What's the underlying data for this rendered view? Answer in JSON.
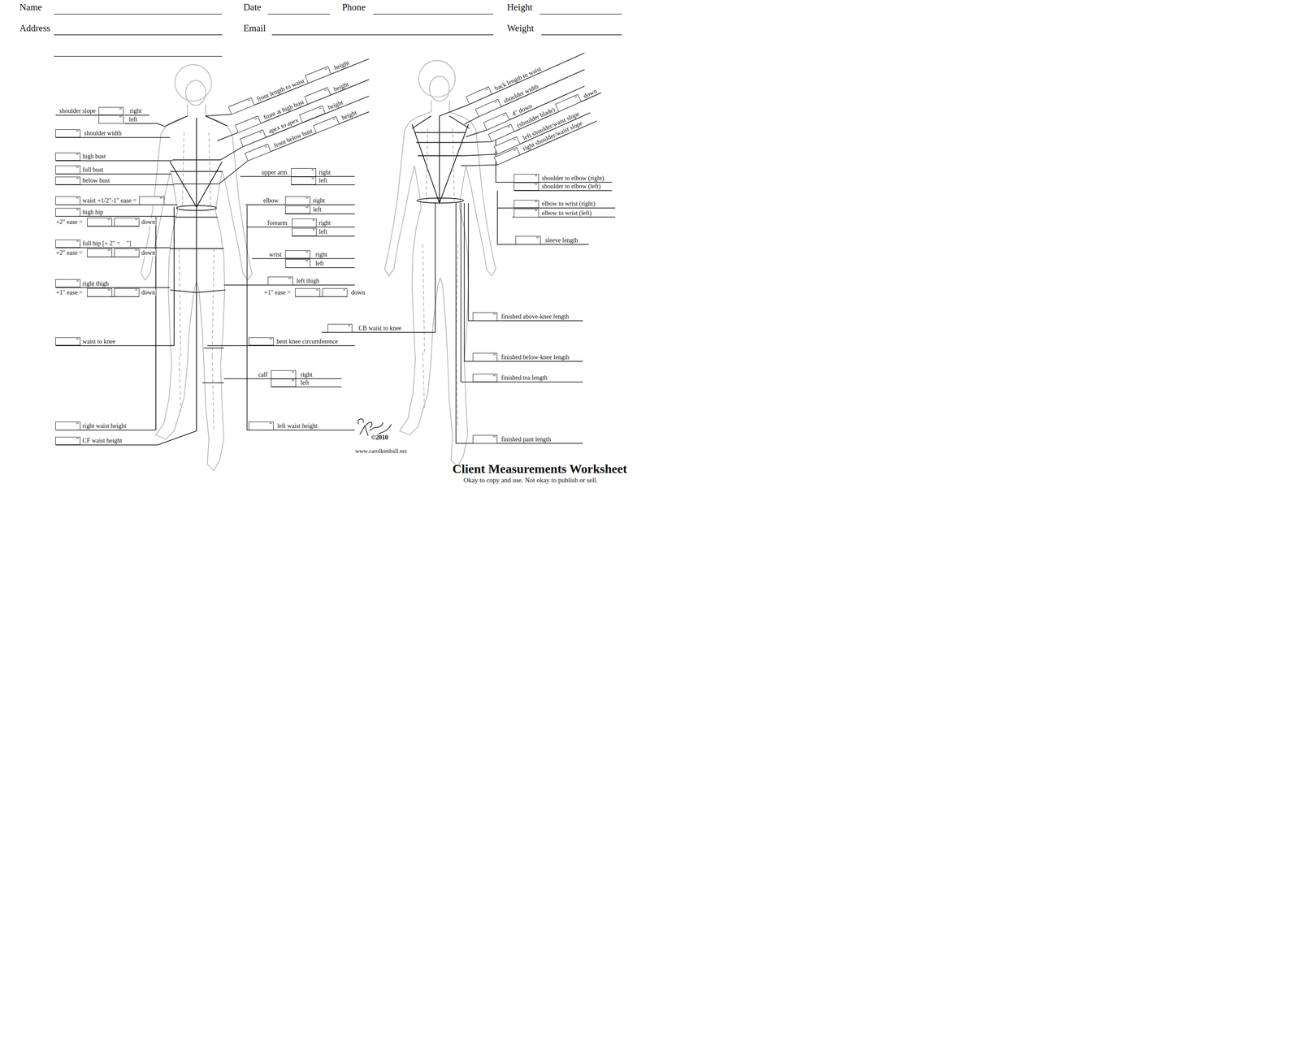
{
  "diagram": {
    "title": "Client Measurements Worksheet",
    "caption": "Okay to copy and use. Not okay to publish or sell.",
    "nodes": [
      {
        "text": [
          "\""
        ]
      },
      {
        "text": [
          "\""
        ]
      },
      {
        "text": [
          "\""
        ]
      },
      {
        "text": [
          "\""
        ]
      },
      {
        "text": [
          "\""
        ]
      },
      {
        "text": [
          "\""
        ]
      },
      {
        "text": [
          "\""
        ]
      },
      {
        "text": [
          "\""
        ]
      },
      {
        "text": [
          "\""
        ]
      },
      {
        "text": [
          "\""
        ]
      },
      {
        "text": [
          "\""
        ]
      },
      {
        "text": [
          "\""
        ]
      },
      {
        "text": [
          "\""
        ]
      },
      {
        "text": [
          "\""
        ]
      },
      {
        "text": [
          "\""
        ]
      },
      {
        "text": [
          "\""
        ]
      },
      {
        "text": [
          "\""
        ]
      },
      {
        "text": [
          "\""
        ]
      },
      {
        "text": [
          "\""
        ]
      },
      {
        "text": [
          "\""
        ]
      },
      {
        "text": [
          "\""
        ]
      },
      {
        "text": [
          "\""
        ]
      },
      {
        "text": [
          "\""
        ]
      },
      {
        "text": [
          "\""
        ]
      },
      {
        "text": [
          "\""
        ]
      },
      {
        "text": [
          "\""
        ]
      },
      {
        "text": [
          "\""
        ]
      },
      {
        "text": [
          "\""
        ]
      },
      {
        "text": [
          "\""
        ]
      },
      {
        "text": [
          "\""
        ]
      },
      {
        "text": [
          "\""
        ]
      },
      {
        "text": [
          "\""
        ]
      },
      {
        "text": [
          "\""
        ]
      },
      {
        "text": [
          "\""
        ]
      },
      {
        "text": [
          "\""
        ]
      },
      {
        "text": [
          "\""
        ]
      },
      {
        "text": [
          "\""
        ]
      },
      {
        "text": [
          "\""
        ]
      },
      {
        "text": [
          "\""
        ]
      },
      {
        "text": [
          "\""
        ]
      },
      {
        "text": [
          "\""
        ]
      },
      {
        "text": [
          "\""
        ]
      },
      {
        "text": [
          "\""
        ]
      },
      {
        "text": [
          "\""
        ]
      },
      {
        "text": [
          "\""
        ]
      },
      {
        "text": [
          "\""
        ]
      },
      {
        "text": [
          "\""
        ]
      },
      {
        "text": [
          "\""
        ]
      },
      {
        "text": [
          "\""
        ]
      },
      {
        "text": [
          "\""
        ]
      },
      {
        "text": [
          "\""
        ]
      },
      {
        "text": [
          "\""
        ]
      },
      {
        "text": [
          "\""
        ]
      },
      {
        "text": [
          "\""
        ]
      },
      {
        "text": [
          "\""
        ]
      },
      {
        "text": [
          "\""
        ]
      },
      {
        "text": [
          "\""
        ]
      },
      {
        "text": [
          "\""
        ]
      },
      {
        "text": [
          "\""
        ]
      },
      {
        "text": [
          "\""
        ]
      }
    ],
    "labels": [
      "Name",
      "Date",
      "Phone",
      "Height",
      "Address",
      "Email",
      "Weight",
      "shoulder slope",
      "right",
      "left",
      "shoulder width",
      "high bust",
      "full bust",
      "below bust",
      "waist +1/2\"-1\" ease =",
      "high hip",
      "+2\" ease =",
      "down",
      "full hip [+ 2\" =    \"]",
      "+2\" ease =",
      "down",
      "right thigh",
      "+1\" ease =",
      "down",
      "waist to knee",
      "right waist height",
      "CF waist height",
      "front length to waist",
      "height",
      "front at high bust",
      "height",
      "apex to apex",
      "height",
      "front below bust",
      "height",
      "upper arm",
      "right",
      "left",
      "elbow",
      "right",
      "left",
      "forearm",
      "right",
      "left",
      "wrist",
      "right",
      "left",
      "left thigh",
      "+1\" ease =",
      "down",
      "bent knee circumference",
      "calf",
      "right",
      "left",
      "left waist height",
      "back length to waist",
      "shoulder width",
      "4\" down",
      "(shoulder blade)",
      "down",
      "left shoulder/waist slope",
      "right shoulder/waist slope",
      "shoulder to elbow (right)",
      "shoulder to elbow (left)",
      "elbow to wrist (right)",
      "elbow to wrist (left)",
      "sleeve length",
      "CB waist to knee",
      "finished above-knee length",
      "finished below-knee length",
      "finished tea length",
      "finished pant length",
      "©2010",
      "www.carolkimball.net"
    ]
  }
}
